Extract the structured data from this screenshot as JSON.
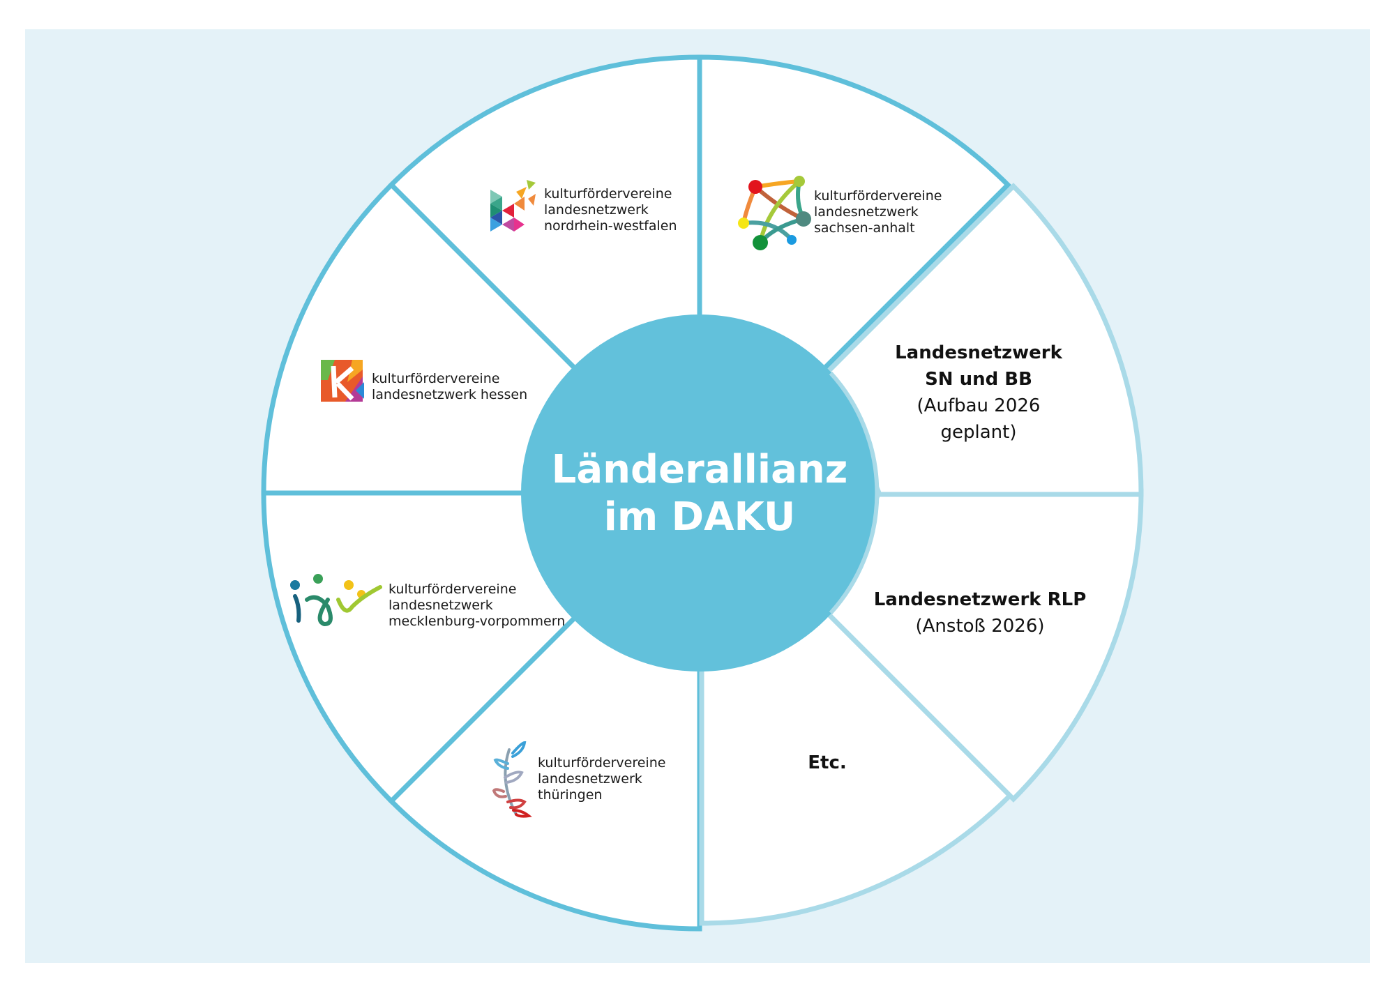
{
  "colors": {
    "background": "#e4f2f8",
    "ring_dark": "#5fbfda",
    "ring_light": "#a9dae8",
    "center": "#62c1db",
    "title_text": "#ffffff"
  },
  "center": {
    "line1": "Länderallianz",
    "line2": "im DAKU"
  },
  "segments": {
    "nrw": {
      "line1": "kulturfördervereine",
      "line2": "landesnetzwerk",
      "line3": "nordrhein-westfalen",
      "icon": "nrw-k-logo"
    },
    "sachsen_anhalt": {
      "line1": "kulturfördervereine",
      "line2": "landesnetzwerk",
      "line3": "sachsen-anhalt",
      "icon": "sachsen-anhalt-network-logo"
    },
    "hessen": {
      "line1": "kulturfördervereine",
      "line2": "landesnetzwerk hessen",
      "icon": "hessen-k-logo"
    },
    "mv": {
      "line1": "kulturfördervereine",
      "line2": "landesnetzwerk",
      "line3": "mecklenburg-vorpommern",
      "icon": "mv-figures-logo"
    },
    "thueringen": {
      "line1": "kulturfördervereine",
      "line2": "landesnetzwerk",
      "line3": "thüringen",
      "icon": "thueringen-branch-logo"
    },
    "sn_bb": {
      "line1": "Landesnetzwerk",
      "line2": "SN und BB",
      "line3": "(Aufbau 2026",
      "line4": "geplant)"
    },
    "rlp": {
      "line1": "Landesnetzwerk RLP",
      "line2": "(Anstoß 2026)"
    },
    "etc": {
      "line1": "Etc."
    }
  }
}
